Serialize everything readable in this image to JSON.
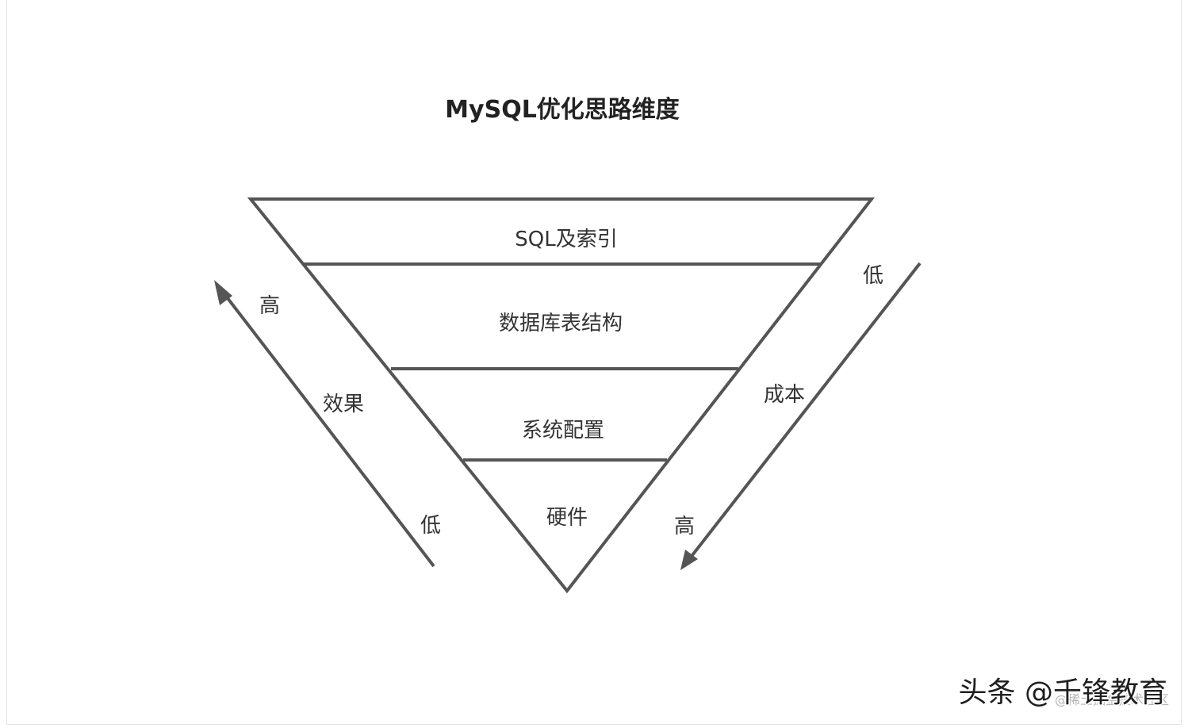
{
  "diagram": {
    "title": "MySQL优化思路维度",
    "layers": [
      {
        "label": "SQL及索引"
      },
      {
        "label": "数据库表结构"
      },
      {
        "label": "系统配置"
      },
      {
        "label": "硬件"
      }
    ],
    "effect_axis": {
      "name": "效果",
      "high": "高",
      "low": "低"
    },
    "cost_axis": {
      "name": "成本",
      "low": "低",
      "high": "高"
    }
  },
  "watermark": {
    "main": "头条 @千锋教育",
    "sub": "@稀土掘金技术社区"
  },
  "colors": {
    "line": "#555555",
    "text": "#333333",
    "title": "#222222",
    "background": "#ffffff"
  }
}
